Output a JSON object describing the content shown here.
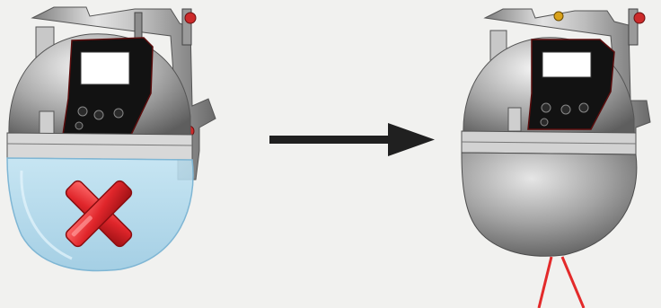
{
  "figure": {
    "background": "#f1f1ef",
    "left_panel": {
      "device": "surveying-instrument-body",
      "dome": "transparent-protective-dome",
      "dome_color": "#a9d6ec",
      "mark": "red-x-icon",
      "mark_color": "#e0262b"
    },
    "arrow": {
      "icon": "right-arrow-icon",
      "color": "#202020"
    },
    "right_panel": {
      "device": "surveying-instrument-body",
      "dome": "opaque-grey-dome",
      "beam": "red-laser-beam",
      "beam_color": "#e32a2a"
    }
  }
}
